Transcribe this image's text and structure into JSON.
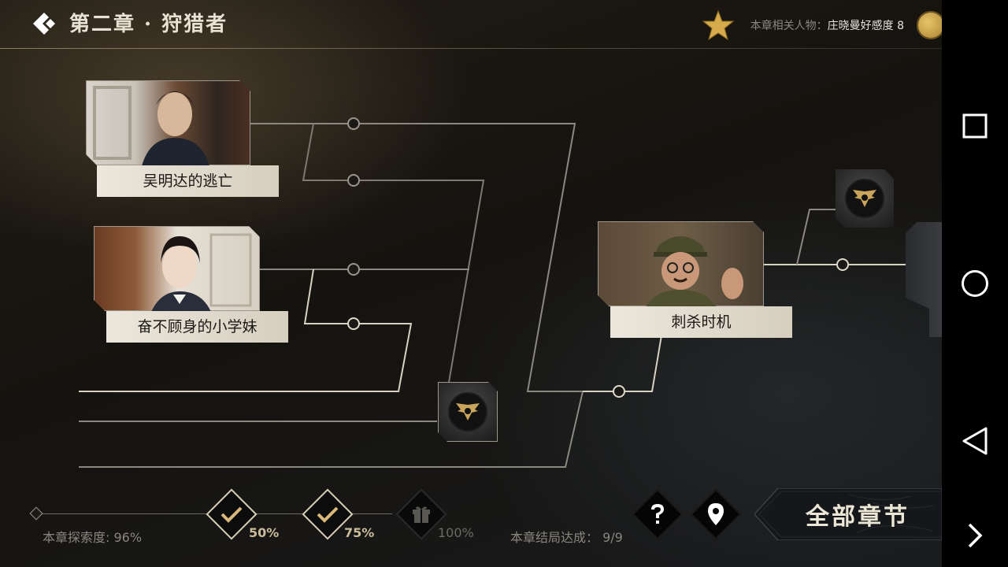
{
  "header": {
    "title": "第二章 · 狩猎者",
    "related_label": "本章相关人物：",
    "related_value": "庄晓曼好感度 8"
  },
  "nodes": {
    "card1": {
      "label": "吴明达的逃亡"
    },
    "card2": {
      "label": "奋不顾身的小学妹"
    },
    "card3": {
      "label": "刺杀时机"
    }
  },
  "progress": {
    "explore_label": "本章探索度: 96%",
    "milestones": [
      {
        "percent": "50%",
        "state": "claimed",
        "icon": "check-icon"
      },
      {
        "percent": "75%",
        "state": "claimed",
        "icon": "check-icon"
      },
      {
        "percent": "100%",
        "state": "locked",
        "icon": "gift-icon"
      }
    ],
    "ending_label": "本章结局达成：",
    "ending_value": "9/9"
  },
  "actions": {
    "all_chapters": "全部章节",
    "help_icon": "question-icon",
    "map_icon": "location-pin-icon"
  },
  "colors": {
    "accent_gold": "#d9cfb8",
    "label_bg": "#ece7dc",
    "line": "#8a8680"
  }
}
